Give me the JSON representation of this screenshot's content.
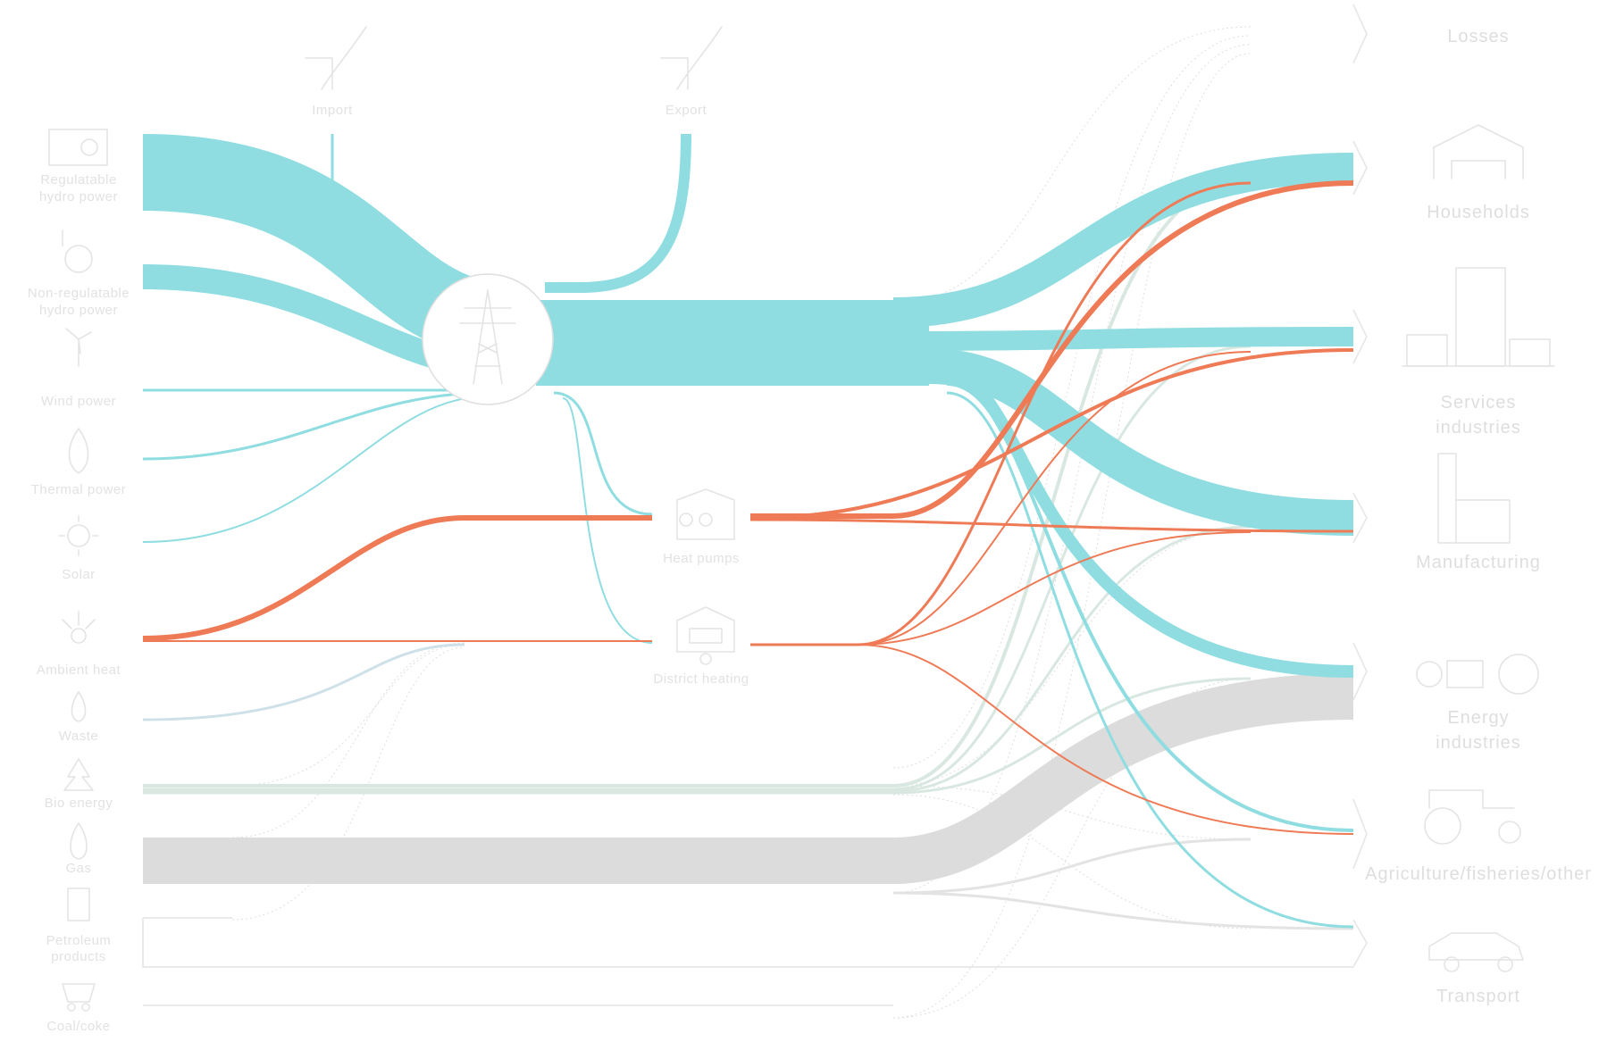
{
  "colors": {
    "electricity": "#8fdde1",
    "heat": "#ee7a56",
    "biofuel": "#d9e7e1",
    "oil": "#dcdcdc",
    "faint": "#d2d2d2",
    "label": "#e2e2e2"
  },
  "sources": [
    {
      "id": "reg-hydro",
      "label": [
        "Regulatable",
        "hydro power"
      ],
      "icon": "hydro-dam-icon"
    },
    {
      "id": "nonreg-hydro",
      "label": [
        "Non-regulatable",
        "hydro power"
      ],
      "icon": "water-wheel-icon"
    },
    {
      "id": "wind",
      "label": [
        "Wind power"
      ],
      "icon": "wind-turbine-icon"
    },
    {
      "id": "thermal",
      "label": [
        "Thermal power"
      ],
      "icon": "flame-icon"
    },
    {
      "id": "solar",
      "label": [
        "Solar"
      ],
      "icon": "sun-icon"
    },
    {
      "id": "ambient",
      "label": [
        "Ambient heat"
      ],
      "icon": "ambient-heat-icon"
    },
    {
      "id": "waste",
      "label": [
        "Waste"
      ],
      "icon": "waste-drop-icon"
    },
    {
      "id": "bio",
      "label": [
        "Bio energy"
      ],
      "icon": "tree-icon"
    },
    {
      "id": "gas",
      "label": [
        "Gas"
      ],
      "icon": "gas-drop-icon"
    },
    {
      "id": "petroleum",
      "label": [
        "Petroleum",
        "products"
      ],
      "icon": "fuel-pump-icon"
    },
    {
      "id": "coal",
      "label": [
        "Coal/coke"
      ],
      "icon": "coal-cart-icon"
    }
  ],
  "trade": {
    "import": "Import",
    "export": "Export"
  },
  "converters": {
    "heat_pumps": "Heat pumps",
    "district_heating": "District heating"
  },
  "sinks": [
    {
      "id": "losses",
      "label": [
        "Losses"
      ],
      "icon": ""
    },
    {
      "id": "households",
      "label": [
        "Households"
      ],
      "icon": "house-icon"
    },
    {
      "id": "services",
      "label": [
        "Services",
        "industries"
      ],
      "icon": "office-buildings-icon"
    },
    {
      "id": "manufacturing",
      "label": [
        "Manufacturing"
      ],
      "icon": "factory-icon"
    },
    {
      "id": "energy-ind",
      "label": [
        "Energy",
        "industries"
      ],
      "icon": "gears-icon"
    },
    {
      "id": "agri",
      "label": [
        "Agriculture/fisheries/other"
      ],
      "icon": "tractor-icon"
    },
    {
      "id": "transport",
      "label": [
        "Transport"
      ],
      "icon": "car-icon"
    }
  ]
}
